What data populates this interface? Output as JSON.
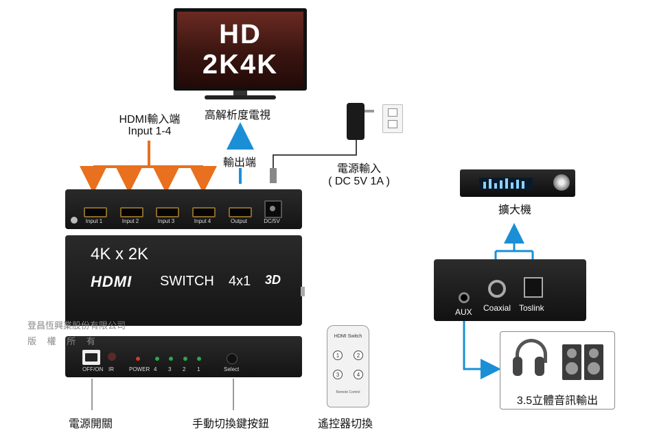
{
  "tv": {
    "line1": "HD",
    "line2": "2K4K",
    "caption": "高解析度電視"
  },
  "labels": {
    "hdmi_input_cn": "HDMI輸入端",
    "hdmi_input_en": "Input 1-4",
    "output_port": "輸出端",
    "power_input": "電源輸入",
    "power_spec": "( DC 5V 1A )",
    "amplifier": "擴大機",
    "stereo_output": "3.5立體音訊輸出",
    "power_switch": "電源開關",
    "manual_switch": "手動切換鍵按鈕",
    "remote_switch": "遙控器切換"
  },
  "device_top": {
    "ports": [
      "Input 1",
      "Input 2",
      "Input 3",
      "Input 4",
      "Output"
    ],
    "dc_label": "DC/5V"
  },
  "device_front": {
    "line1": "4K x 2K",
    "brand": "HDMI",
    "model": "SWITCH",
    "ratio": "4x1",
    "badge": "3D"
  },
  "device_rear": {
    "switch_label": "OFF/ON",
    "ir_label": "IR",
    "power_led": "POWER",
    "leds": [
      "4",
      "3",
      "2",
      "1"
    ],
    "select_label": "Select"
  },
  "remote": {
    "title": "HDMI Switch",
    "buttons": [
      "1",
      "2",
      "3",
      "4"
    ],
    "footer": "Remote Control"
  },
  "converter": {
    "aux": "AUX",
    "coaxial": "Coaxial",
    "toslink": "Toslink"
  },
  "watermark": {
    "line1": "登昌恆興業股份有限公司",
    "line2": "版 權 所 有"
  },
  "colors": {
    "arrow_orange": "#e8701e",
    "arrow_blue": "#1a8fd6",
    "led_green": "#2aa84a",
    "led_red": "#d23a2a"
  }
}
